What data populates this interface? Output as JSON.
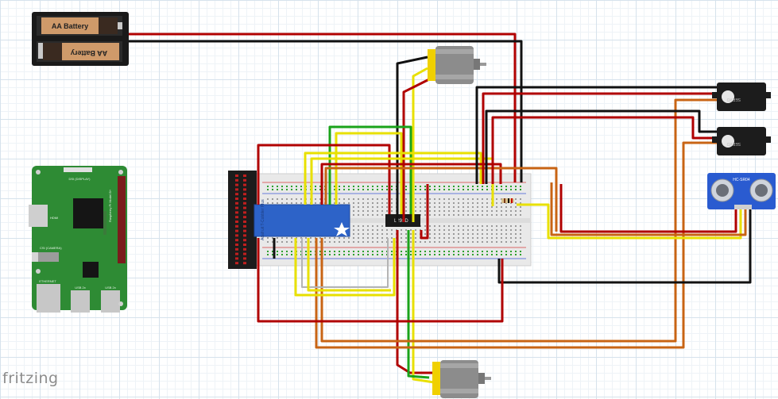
{
  "watermark": "fritzing",
  "battery": {
    "label_top": "AA Battery",
    "label_bottom": "AA Battery"
  },
  "raspberry_pi": {
    "display_label": "DSI (DISPLAY)",
    "camera_label": "CSI (CAMERA)",
    "ethernet_label": "ETHERNET",
    "usb_label_1": "USB 2x",
    "usb_label_2": "USB 2x",
    "hdmi_label": "HDMI",
    "brand_label": "Raspberry Pi Model B+"
  },
  "motor_driver_chip": {
    "label": "L293D"
  },
  "ultrasonic_sensor": {
    "label": "HC-SR04"
  },
  "servos": [
    {
      "label": "SERVO"
    },
    {
      "label": "SERVO"
    }
  ],
  "cobbler": {
    "label": "Adafruit T-Cobbler Plus"
  },
  "colors": {
    "wire_red": "#b00000",
    "wire_black": "#111111",
    "wire_yellow": "#e8e000",
    "wire_green": "#1aa31a",
    "wire_orange": "#c86414",
    "wire_gray": "#b4b4b4",
    "pi_green": "#2e8b34",
    "cobbler_blue": "#2d63c8",
    "breadboard": "#e9e9e9",
    "motor_yellow": "#f0d000"
  }
}
